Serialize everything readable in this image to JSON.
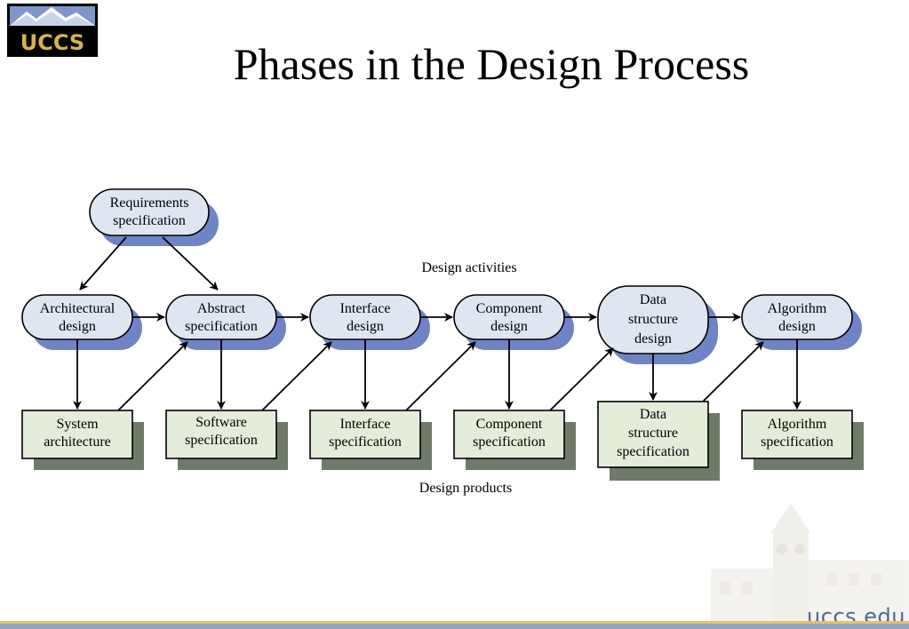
{
  "logo": {
    "text": "UCCS"
  },
  "title": "Phases in the Design Process",
  "labels": {
    "activities": "Design activities",
    "products": "Design products"
  },
  "start": {
    "line1": "Requirements",
    "line2": "specification"
  },
  "activities": [
    {
      "id": "arch",
      "lines": [
        "Architectural",
        "design"
      ]
    },
    {
      "id": "abstract",
      "lines": [
        "Abstract",
        "specification"
      ]
    },
    {
      "id": "interface",
      "lines": [
        "Interface",
        "design"
      ]
    },
    {
      "id": "component",
      "lines": [
        "Component",
        "design"
      ]
    },
    {
      "id": "datastruct",
      "lines": [
        "Data",
        "structure",
        "design"
      ]
    },
    {
      "id": "algorithm",
      "lines": [
        "Algorithm",
        "design"
      ]
    }
  ],
  "products": [
    {
      "id": "system",
      "lines": [
        "System",
        "architecture"
      ]
    },
    {
      "id": "software",
      "lines": [
        "Software",
        "specification"
      ]
    },
    {
      "id": "interface",
      "lines": [
        "Interface",
        "specification"
      ]
    },
    {
      "id": "component",
      "lines": [
        "Component",
        "specification"
      ]
    },
    {
      "id": "datastruct",
      "lines": [
        "Data",
        "structure",
        "specification"
      ]
    },
    {
      "id": "algorithm",
      "lines": [
        "Algorithm",
        "specification"
      ]
    }
  ],
  "footer": {
    "url": "uccs.edu"
  },
  "colors": {
    "activity_fill": "#dfe6f2",
    "activity_shadow": "#6f84c4",
    "product_fill": "#e4ecda",
    "product_shadow": "#6f7a6a"
  }
}
